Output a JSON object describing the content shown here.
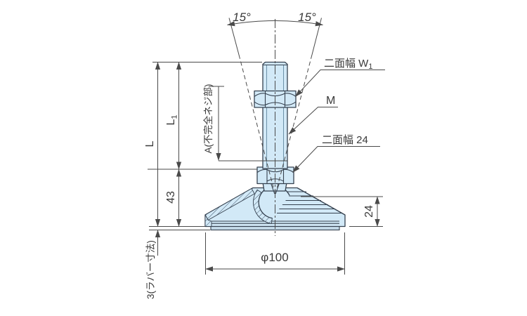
{
  "drawing": {
    "type": "leveling-foot-dimension-drawing",
    "angles": {
      "left": "15°",
      "right": "15°"
    },
    "callouts": {
      "width_across_flats_w1": {
        "text": "二面幅 W",
        "sub": "1"
      },
      "thread_size": "M",
      "width_across_flats_24": "二面幅 24"
    },
    "dimensions": {
      "overall_length": "L",
      "stud_length": {
        "text": "L",
        "sub": "1"
      },
      "incomplete_thread": "A(不完全ネジ部)",
      "nut_to_bottom": "43",
      "rubber_height": "3(ラバー寸法)",
      "base_height": "24",
      "base_diameter": "φ100"
    }
  },
  "colors": {
    "part_fill": "#d2e9f7",
    "part_outline": "#35414f",
    "rubber_fill": "#c3d9e8",
    "hatch": "#3d5268",
    "dim_line": "#4a4a4a",
    "text": "#3a3a3a"
  }
}
